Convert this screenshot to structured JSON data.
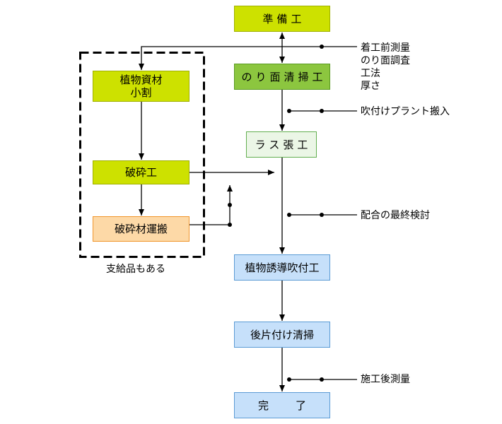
{
  "palette": {
    "lime": {
      "fill": "#cde100",
      "border": "#9fb000"
    },
    "green": {
      "fill": "#8cc63f",
      "border": "#5a9a22"
    },
    "pale_green": {
      "fill": "#ebf6e6",
      "border": "#62ae4f"
    },
    "blue": {
      "fill": "#c6e0fa",
      "border": "#5b9bd5"
    },
    "orange": {
      "fill": "#fdd9a7",
      "border": "#f0952c"
    }
  },
  "main_flow": {
    "preparation": "準備工",
    "slope_cleaning": "のり面清掃工",
    "lath": "ラス張工",
    "spraying": "植物誘導吹付工",
    "cleanup": "後片付け清掃",
    "complete": "完了"
  },
  "material_group": {
    "splitting": [
      "植物資材",
      "小割"
    ],
    "crushing": "破砕工",
    "transport": "破砕材運搬",
    "note": "支給品もある"
  },
  "annotations": {
    "pre_survey": [
      "着工前測量",
      "のり面調査",
      "工法",
      "厚さ"
    ],
    "plant_delivery": "吹付けプラント搬入",
    "mix_review": "配合の最終検討",
    "post_survey": "施工後測量"
  }
}
